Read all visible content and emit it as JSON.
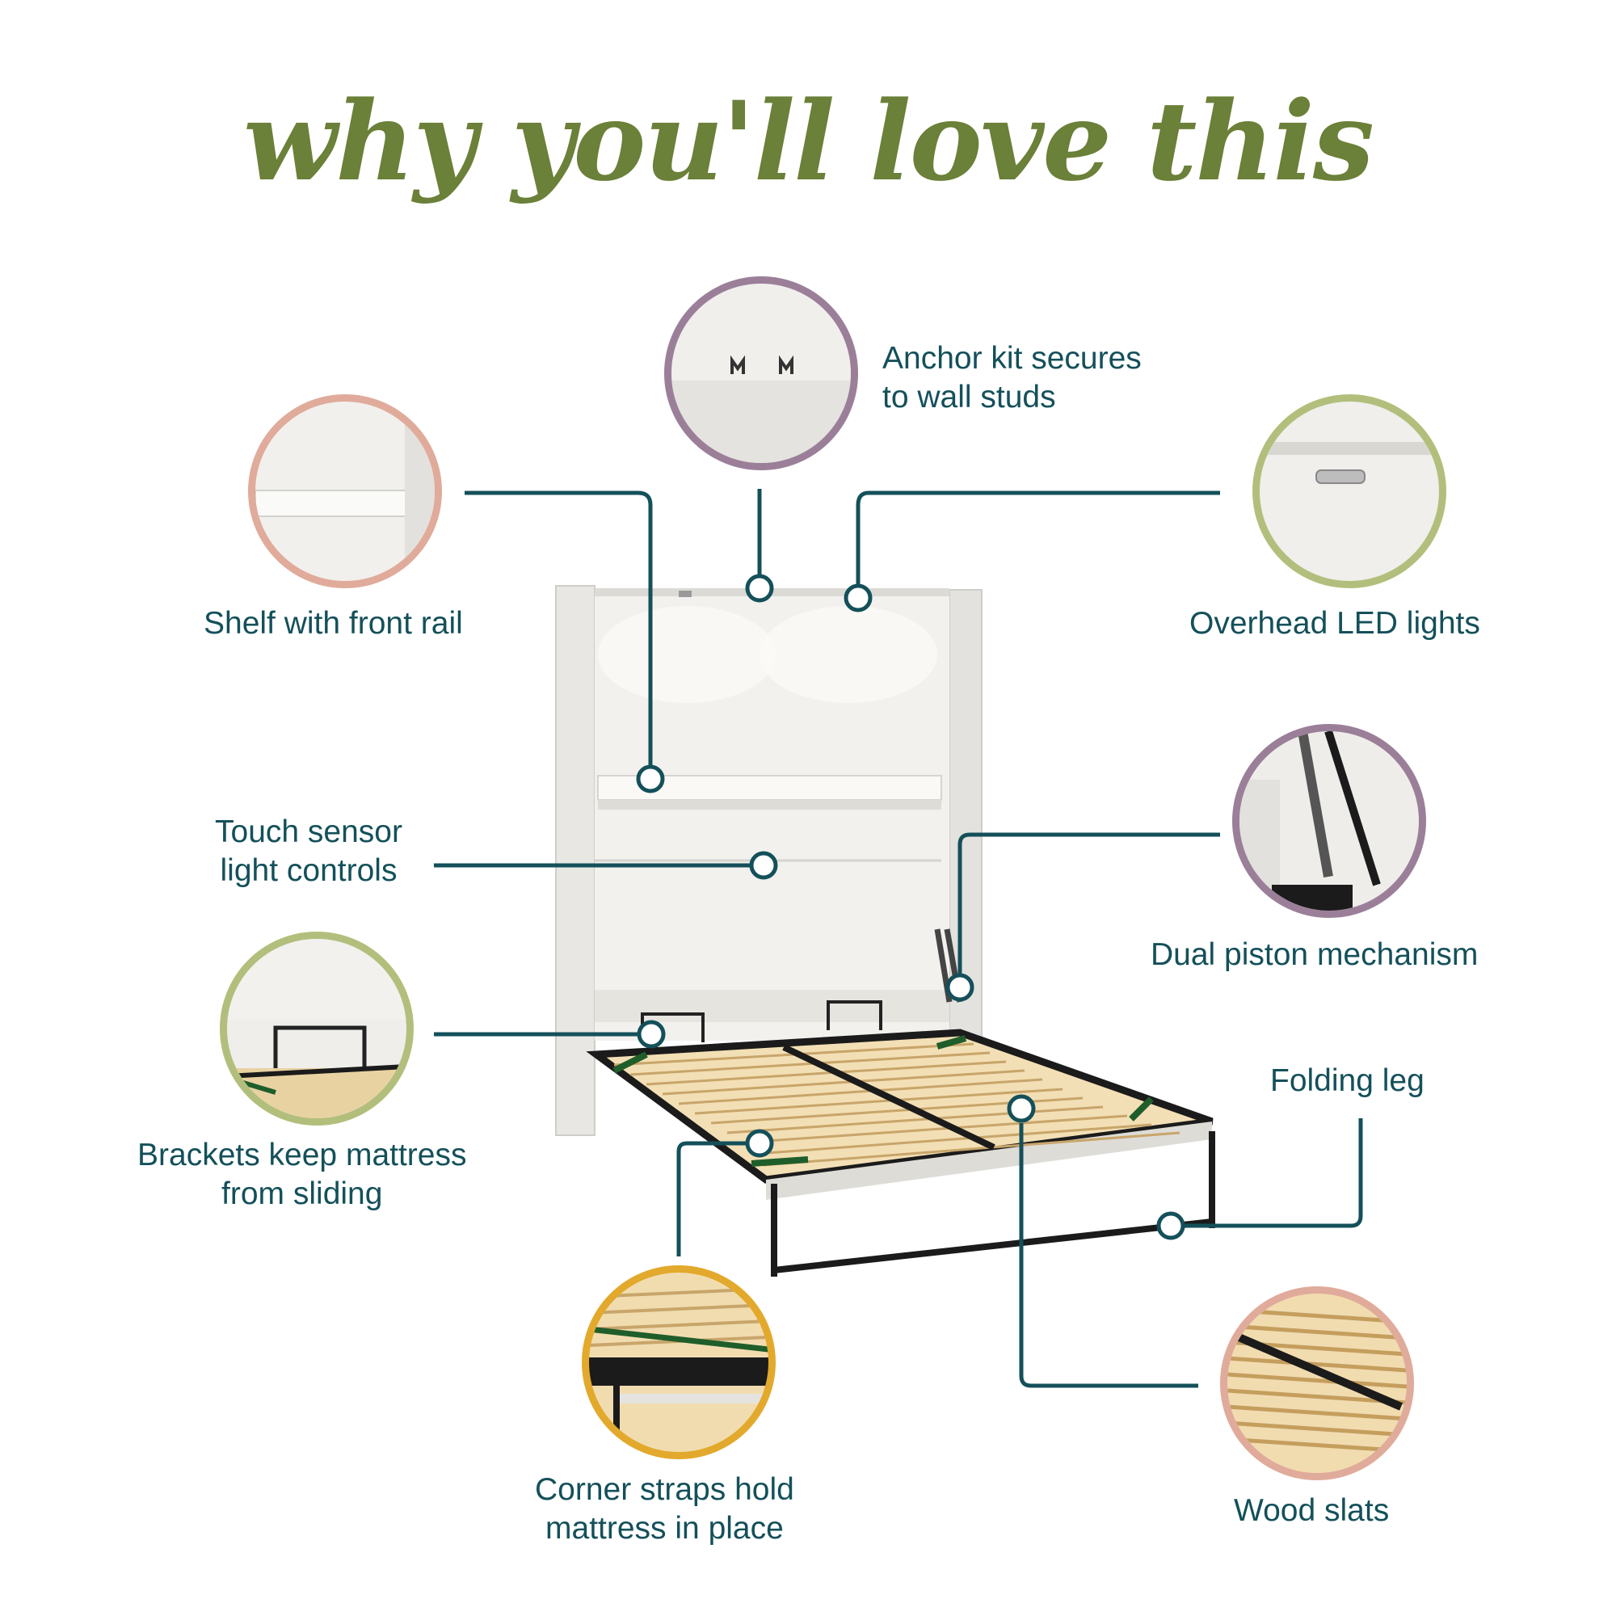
{
  "title": "why you'll love this",
  "features": [
    {
      "id": "anchor",
      "label": "Anchor kit secures\nto wall studs",
      "ring": "#9b7f99"
    },
    {
      "id": "shelf",
      "label": "Shelf with front rail",
      "ring": "#e0ab9b"
    },
    {
      "id": "led",
      "label": "Overhead LED lights",
      "ring": "#b2bf7c"
    },
    {
      "id": "touch",
      "label": "Touch sensor\nlight controls",
      "ring": ""
    },
    {
      "id": "piston",
      "label": "Dual piston mechanism",
      "ring": "#9b7f99"
    },
    {
      "id": "brackets",
      "label": "Brackets keep mattress\nfrom sliding",
      "ring": "#b2bf7c"
    },
    {
      "id": "leg",
      "label": "Folding leg",
      "ring": ""
    },
    {
      "id": "straps",
      "label": "Corner straps hold\nmattress in place",
      "ring": "#e2a92c"
    },
    {
      "id": "slats",
      "label": "Wood slats",
      "ring": "#e0ab9b"
    }
  ],
  "colors": {
    "title": "#6b8038",
    "text": "#14505a",
    "callout": "#14505a"
  }
}
